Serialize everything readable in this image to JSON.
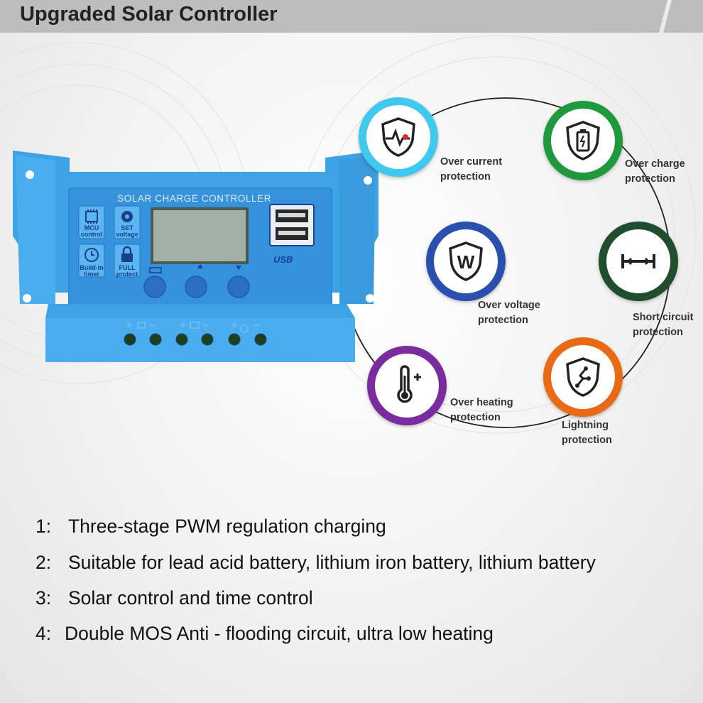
{
  "banner": {
    "title": "Upgraded Solar Controller",
    "color": "#bdbdbd"
  },
  "device": {
    "panel_title": "SOLAR CHARGE CONTROLLER",
    "usb_label": "USB",
    "function_icons": [
      {
        "icon": "chip-icon",
        "line1": "MCU",
        "line2": "control"
      },
      {
        "icon": "gear-icon",
        "line1": "SET",
        "line2": "voltage"
      },
      {
        "icon": "clock-icon",
        "line1": "Build-in",
        "line2": "timer"
      },
      {
        "icon": "lock-icon",
        "line1": "FULL",
        "line2": "protect"
      }
    ],
    "buttons": [
      "menu-button",
      "up-button",
      "down-button"
    ],
    "body_color": "#3ea3e6"
  },
  "protections": [
    {
      "icon": "heartbeat-shield-icon",
      "line1": "Over current",
      "line2": "protection",
      "color": "#40c8ee"
    },
    {
      "icon": "battery-shield-icon",
      "line1": "Over charge",
      "line2": "protection",
      "color": "#1e9a3c"
    },
    {
      "icon": "w-shield-icon",
      "line1": "Over voltage",
      "line2": "protection",
      "color": "#2b4fae"
    },
    {
      "icon": "short-circuit-icon",
      "line1": "Short circuit",
      "line2": "protection",
      "color": "#1f4d2e"
    },
    {
      "icon": "thermometer-icon",
      "line1": "Over heating",
      "line2": "protection",
      "color": "#7a2c9e"
    },
    {
      "icon": "lightning-shield-icon",
      "line1": "Lightning",
      "line2": "protection",
      "color": "#e86a14"
    }
  ],
  "features": [
    {
      "num": "1:",
      "text": "Three-stage PWM regulation charging"
    },
    {
      "num": "2:",
      "text": "Suitable for lead acid battery, lithium iron battery, lithium battery"
    },
    {
      "num": "3:",
      "text": "Solar control and time control"
    },
    {
      "num": "4:",
      "text": "Double MOS Anti - flooding circuit, ultra low heating"
    }
  ]
}
